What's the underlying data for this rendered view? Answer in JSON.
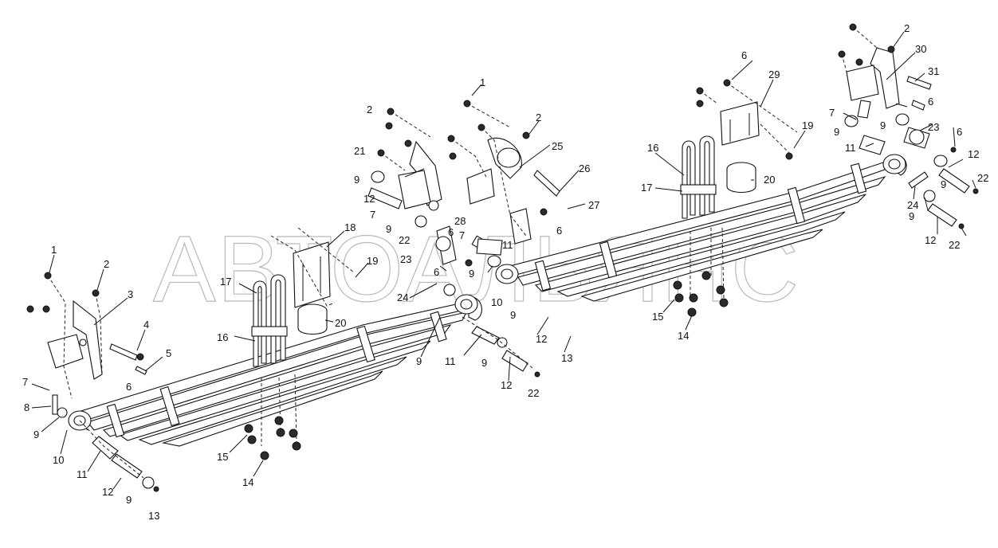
{
  "watermark": "АВТОАЛЬЯНС",
  "callouts": [
    "1",
    "2",
    "3",
    "4",
    "5",
    "6",
    "7",
    "8",
    "9",
    "10",
    "11",
    "12",
    "13",
    "14",
    "15",
    "16",
    "17",
    "18",
    "19",
    "20",
    "21",
    "22",
    "23",
    "24",
    "25",
    "26",
    "27",
    "28",
    "29",
    "30",
    "31"
  ],
  "colors": {
    "line": "#111111",
    "watermark": "#b9b9b9",
    "background": "#ffffff"
  }
}
